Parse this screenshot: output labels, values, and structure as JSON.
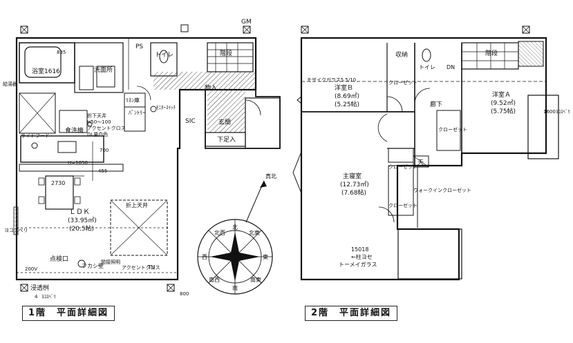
{
  "floor1": {
    "caption": "1階　平面詳細図",
    "labels": {
      "gm": "GM",
      "ps": "PS",
      "stairs": "階段",
      "bath": "浴室1616",
      "washroom": "洗面所",
      "toilet": "トイレ",
      "storage1": "物入",
      "entrance": "玄関",
      "shoebox": "下足入",
      "linen": "ﾘﾈﾝ庫",
      "pantry": "ﾊﾟﾝﾄﾘｰ",
      "monitor": "ﾓﾆﾀｰｽｲｯﾁ",
      "sic": "SIC",
      "ceiling_note_1": "折下天井",
      "ceiling_note_2": "H50～100",
      "ceiling_note_3": "アクセントクロス",
      "ceiling_note_4": "DL量白色",
      "dishwasher": "食洗機",
      "side_food": "サイドフード",
      "h1050": "H=1050",
      "dim_700": "700",
      "dim_455": "455",
      "dim_2730": "2730",
      "ldk": "ＬＤＫ",
      "ldk_area": "(33.95㎡)",
      "ldk_tatami": "(20.5帖)",
      "ceiling_up": "折上天井",
      "inspection": "点検口",
      "fukashi": "フカシ壁",
      "indirect_light": "間接照明",
      "accent_cloth": "アクセントクロス",
      "tv": "TV",
      "v200": "200V",
      "infiltration": "浸透桝",
      "dim_800": "800",
      "yoko_bari": "ヨコスベリ",
      "outdoor": "給湯器",
      "bath_dim": "835",
      "note_4": "4",
      "note_ce": "ﾖｺｽﾍﾞﾘ"
    }
  },
  "floor2": {
    "caption": "2階　平面詳細図",
    "labels": {
      "storage": "収納",
      "toilet": "トイレ",
      "stairs": "階段",
      "dn": "DN",
      "room_b": "洋室Ｂ",
      "room_b_area": "(8.69㎡)",
      "room_b_tatami": "(5.25帖)",
      "mosaic": "モザイクガラス5.5/10",
      "closet": "クローゼット",
      "room_a": "洋室Ａ",
      "room_a_area": "(9.52㎡)",
      "room_a_tatami": "(5.75帖)",
      "hall": "廊下",
      "ten": "天",
      "master": "主寝室",
      "master_area": "(12.73㎡)",
      "master_tatami": "(7.68帖)",
      "walk_in": "ウォークインクローゼット",
      "yoko_1600": "1600ﾖｺｽﾍﾞﾘ",
      "dim_15018": "15018",
      "hashira": "←柱ヨセ",
      "tomei": "トーメイガラス"
    }
  },
  "compass": {
    "north": "真北",
    "n_label": "北",
    "directions": [
      "北",
      "北西",
      "西",
      "南西",
      "南",
      "南東",
      "東",
      "北東"
    ]
  }
}
